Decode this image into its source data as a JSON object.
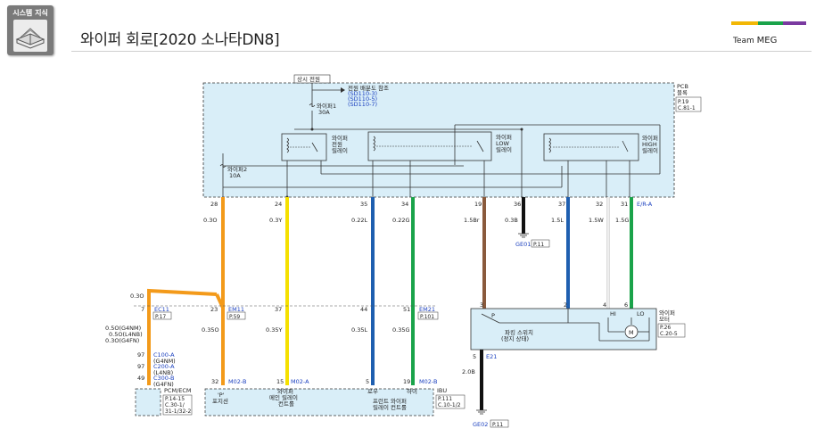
{
  "header": {
    "badge_label": "시스템 지식",
    "title": "와이퍼 회로[2020 소나타DN8]",
    "team_prefix": "Team",
    "team_name": "MEG",
    "accent_colors": [
      "#f2b705",
      "#1aa34a",
      "#7a3aa0"
    ]
  },
  "pcb": {
    "label_top": "상시 전원",
    "name_line1": "PCB",
    "name_line2": "블록",
    "ref_line1": "P.19",
    "ref_line2": "C.81-1",
    "fuse_ref_title": "전원 배분도 참조",
    "fuse_ref_1": "(SD110-3)",
    "fuse_ref_2": "(SD110-5)",
    "fuse_ref_3": "(SD110-7)",
    "fuse1_name": "와이퍼1",
    "fuse1_rating": "30A",
    "fuse2_name": "와이퍼2",
    "fuse2_rating": "10A",
    "relay1": [
      "와이퍼",
      "전원",
      "릴레이"
    ],
    "relay2": [
      "와이퍼",
      "LOW",
      "릴레이"
    ],
    "relay3": [
      "와이퍼",
      "HIGH",
      "릴레이"
    ]
  },
  "pins": [
    {
      "pin": "28",
      "wire": "0.3O"
    },
    {
      "pin": "24",
      "wire": "0.3Y"
    },
    {
      "pin": "35",
      "wire": "0.22L"
    },
    {
      "pin": "34",
      "wire": "0.22G"
    },
    {
      "pin": "19",
      "wire": "1.5Br"
    },
    {
      "pin": "36",
      "wire": "0.3B"
    },
    {
      "pin": "37",
      "wire": "1.5L"
    },
    {
      "pin": "32",
      "wire": "1.5W"
    },
    {
      "pin": "31",
      "wire": "1.5G"
    }
  ],
  "connector_e_r_a": "E/R-A",
  "ground1": {
    "name": "GE01",
    "ref": "P.11"
  },
  "ground2": {
    "name": "GE02",
    "ref": "P.11"
  },
  "jumper_wire": "0.3O",
  "ec11": {
    "pin": "7",
    "name": "EC11",
    "ref": "P.17"
  },
  "em11": {
    "pin": "23",
    "name": "EM11",
    "ref": "P.59"
  },
  "em21": {
    "pin": "51",
    "name": "EM21",
    "ref": "P.101"
  },
  "mid_pins": {
    "yellow": "37",
    "blue": "44"
  },
  "mid_wires": {
    "orange": "0.35O",
    "yellow": "0.35Y",
    "blue": "0.35L",
    "green": "0.35G",
    "left_1": "0.5O(G4NM)",
    "left_2": "0.5O(L4NB)",
    "left_3": "0.3O(G4FN)"
  },
  "left_conns": [
    {
      "pin": "97",
      "name": "C100-A",
      "opt": "(G4NM)"
    },
    {
      "pin": "97",
      "name": "C200-A",
      "opt": "(L4NB)"
    },
    {
      "pin": "49",
      "name": "C300-B",
      "opt": "(G4FN)"
    }
  ],
  "motor": {
    "name_line1": "와이퍼",
    "name_line2": "모터",
    "ref_line1": "P.26",
    "ref_line2": "C.20-5",
    "pins": [
      "3",
      "2",
      "4",
      "6"
    ],
    "p_label": "P",
    "hi_label": "HI",
    "lo_label": "LO",
    "m_label": "M",
    "park_line1": "파킹 스위치",
    "park_line2": "(정지 상태)",
    "bottom_pin": "5",
    "bottom_conn": "E21",
    "bottom_wire": "2.0B"
  },
  "pcm": {
    "name": "PCM/ECM",
    "ref_line1": "P.14-15",
    "ref_line2": "C.30-1/",
    "ref_line3": "31-1/32-2"
  },
  "ibu": {
    "name": "IBU",
    "ref_line1": "P.111",
    "ref_line2": "C.10-1/2",
    "pin1": "32",
    "conn1": "M02-B",
    "pin2": "15",
    "conn2": "M02-A",
    "pin3": "5",
    "pin4": "19",
    "conn4": "M02-B",
    "label_p1": "'P'",
    "label_p2": "포지션",
    "label_main1": "와이퍼",
    "label_main2": "메인 릴레이",
    "label_main3": "컨트롤",
    "label_low": "로우",
    "label_high": "하이",
    "label_front1": "프런트 와이퍼",
    "label_front2": "릴레이 컨트롤"
  }
}
